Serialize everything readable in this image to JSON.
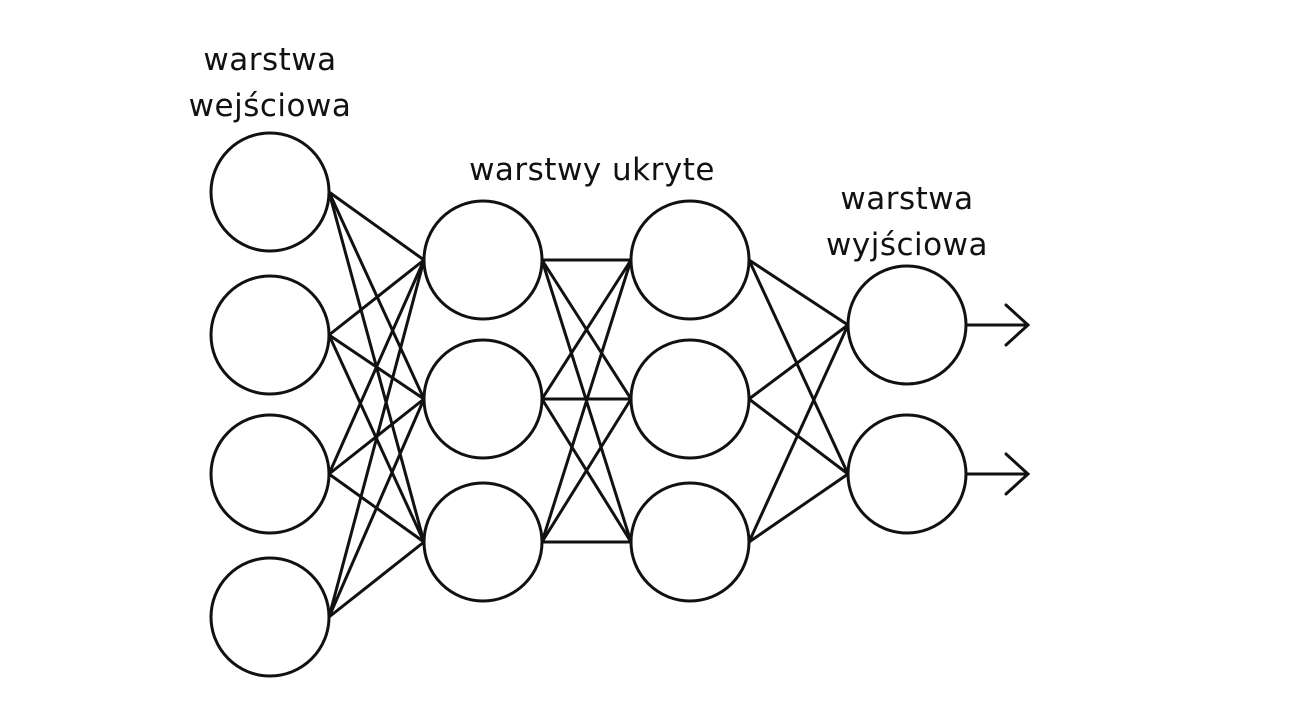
{
  "labels": {
    "input_layer": [
      "warstwa",
      "wejściowa"
    ],
    "hidden_layers": "warstwy ukryte",
    "output_layer": [
      "warstwa",
      "wyjściowa"
    ]
  },
  "network": {
    "layer_sizes": [
      4,
      3,
      3,
      2
    ],
    "output_arrows": 2
  },
  "colors": {
    "stroke": "#111111",
    "node_fill": "#ffffff",
    "background": "#ffffff"
  }
}
